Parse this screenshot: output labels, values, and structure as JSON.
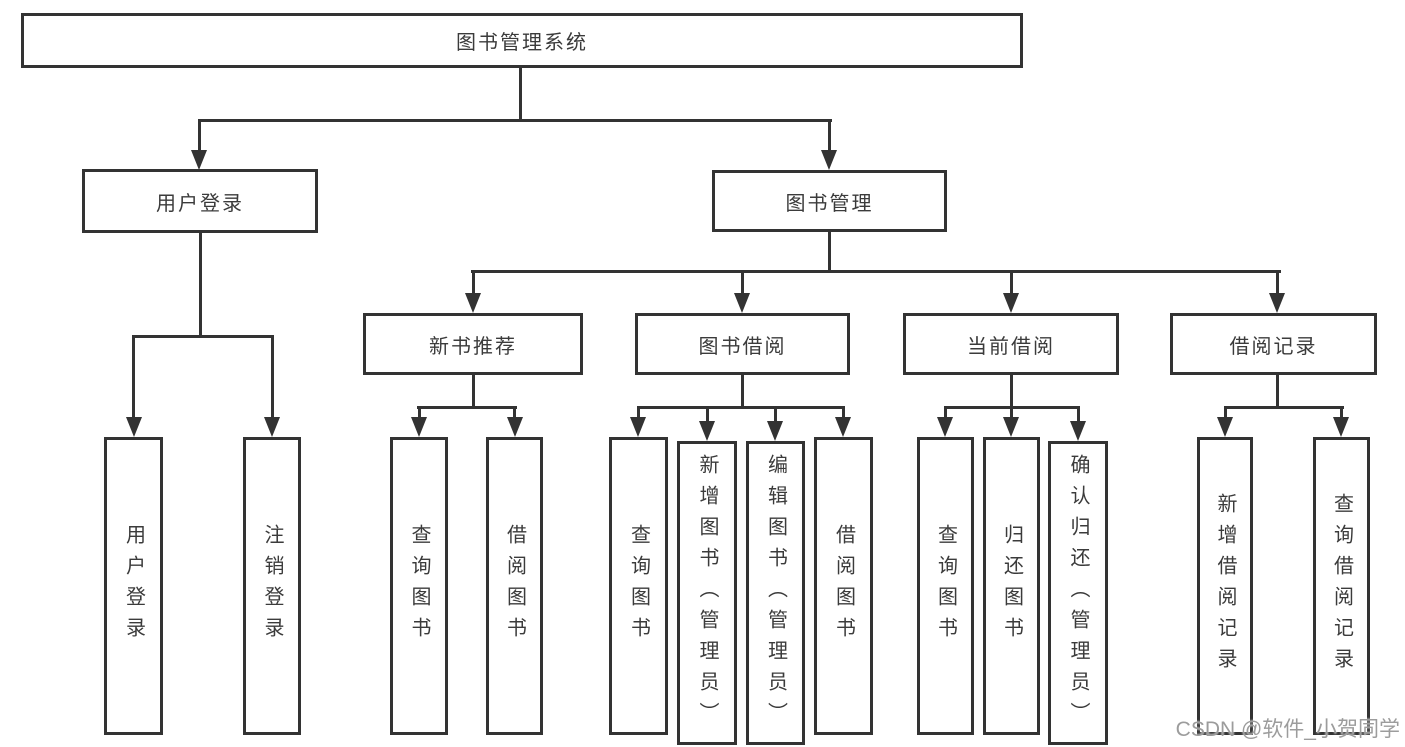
{
  "diagram": {
    "root": {
      "label": "图书管理系统"
    },
    "level1": [
      {
        "label": "用户登录"
      },
      {
        "label": "图书管理"
      }
    ],
    "level2": [
      {
        "label": "新书推荐"
      },
      {
        "label": "图书借阅"
      },
      {
        "label": "当前借阅"
      },
      {
        "label": "借阅记录"
      }
    ],
    "leaves": {
      "login": [
        {
          "label": "用户登录"
        },
        {
          "label": "注销登录"
        }
      ],
      "recommend": [
        {
          "label": "查询图书"
        },
        {
          "label": "借阅图书"
        }
      ],
      "borrow": [
        {
          "label": "查询图书"
        },
        {
          "label": "新增图书（管理员）"
        },
        {
          "label": "编辑图书（管理员）"
        },
        {
          "label": "借阅图书"
        }
      ],
      "current": [
        {
          "label": "查询图书"
        },
        {
          "label": "归还图书"
        },
        {
          "label": "确认归还（管理员）"
        }
      ],
      "records": [
        {
          "label": "新增借阅记录"
        },
        {
          "label": "查询借阅记录"
        }
      ]
    }
  },
  "watermark": {
    "text": "CSDN @软件_小贺同学"
  },
  "colors": {
    "line": "#333333",
    "text": "#3b3b3b",
    "watermark": "#9c9c9c",
    "background": "#ffffff"
  }
}
